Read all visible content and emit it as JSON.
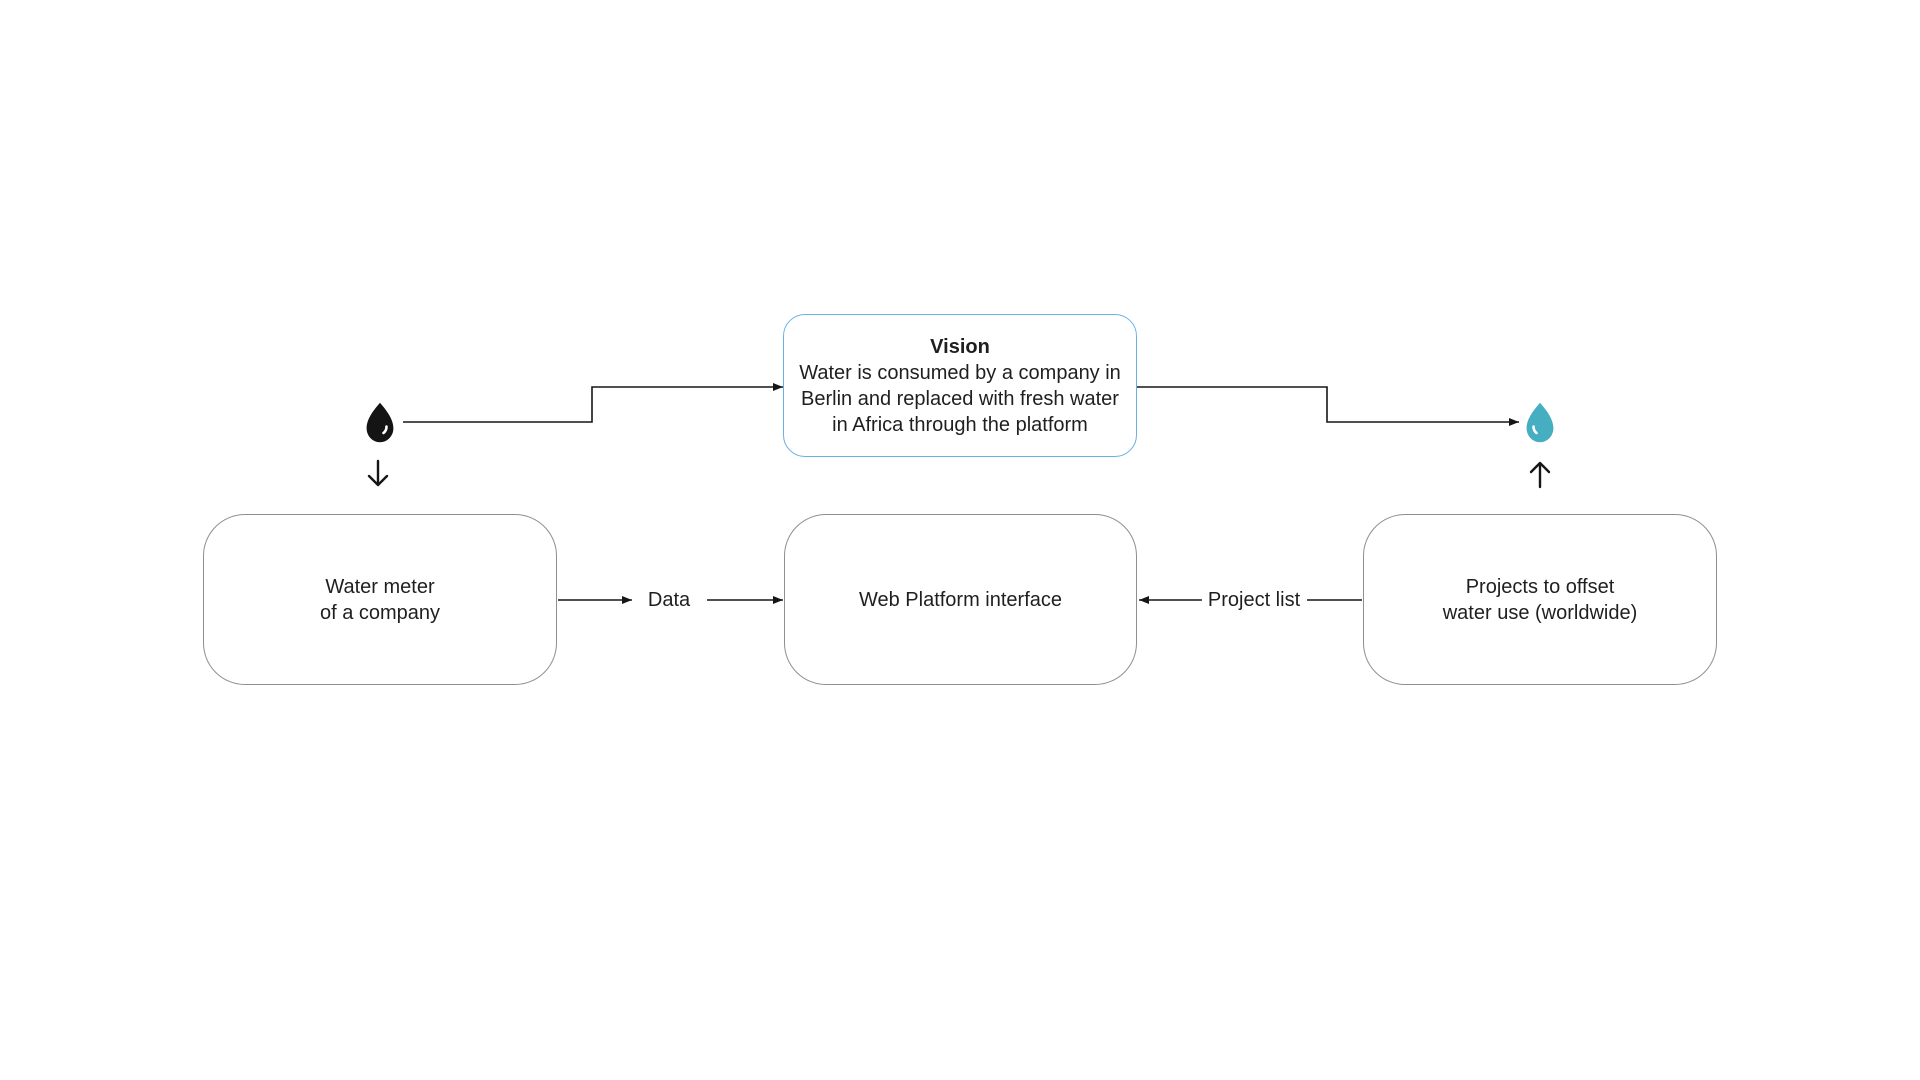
{
  "diagram": {
    "vision_box": {
      "title": "Vision",
      "line1": "Water is consumed by a company in",
      "line2": "Berlin and replaced with fresh water",
      "line3": "in Africa through the platform",
      "border_color": "#69b0e3"
    },
    "flow_boxes": {
      "water_meter": {
        "line1": "Water meter",
        "line2": "of a company"
      },
      "web_platform": {
        "line1": "Web Platform interface",
        "line2": ""
      },
      "projects": {
        "line1": "Projects to offset",
        "line2": "water use (worldwide)"
      }
    },
    "edge_labels": {
      "data": "Data",
      "project_list": "Project list"
    },
    "icons": {
      "company_water_drop": {
        "semantic": "water-drop-icon",
        "color": "#141414"
      },
      "offset_water_drop": {
        "semantic": "water-drop-icon",
        "color": "#45afc1"
      },
      "down_arrow": {
        "semantic": "arrow-down-icon"
      },
      "up_arrow": {
        "semantic": "arrow-up-icon"
      }
    },
    "colors": {
      "background": "#ffffff",
      "box_border": "#8f8f8f",
      "vision_border": "#69b0e3",
      "connector": "#161616",
      "text": "#1f1f1f"
    }
  }
}
